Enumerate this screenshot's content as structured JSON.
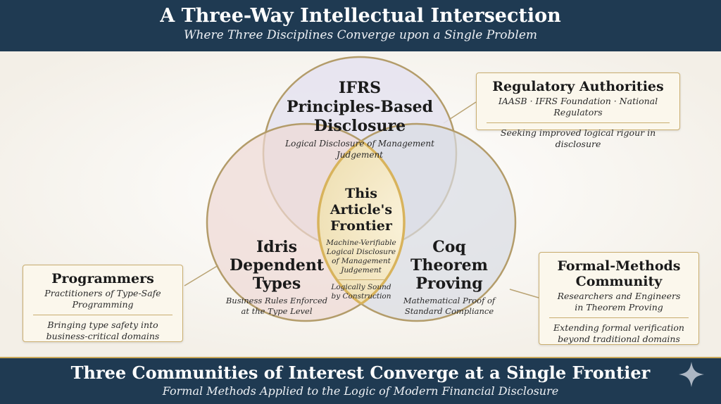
{
  "header": {
    "title": "A Three-Way Intellectual Intersection",
    "subtitle": "Where Three Disciplines Converge upon a Single Problem"
  },
  "footer": {
    "title": "Three Communities of Interest Converge at a Single Frontier",
    "subtitle": "Formal Methods Applied to the Logic of Modern Financial Disclosure"
  },
  "circles": {
    "top": {
      "title_lines": [
        "IFRS",
        "Principles-Based",
        "Disclosure"
      ],
      "caption": "Logical Disclosure of Management Judgement",
      "fill": "#e4e2ee"
    },
    "left": {
      "title_lines": [
        "Idris",
        "Dependent",
        "Types"
      ],
      "caption_lines": [
        "Business Rules Enforced",
        "at the Type Level"
      ],
      "fill": "#eedcd8"
    },
    "right": {
      "title_lines": [
        "Coq",
        "Theorem",
        "Proving"
      ],
      "caption_lines": [
        "Mathematical Proof of",
        "Standard Compliance"
      ],
      "fill": "#dcdfe4"
    },
    "center": {
      "title_lines": [
        "This",
        "Article's",
        "Frontier"
      ],
      "caption_lines": [
        "Machine-Verifiable",
        "Logical Disclosure",
        "of Management",
        "Judgement"
      ],
      "note_lines": [
        "Logically Sound",
        "by Construction"
      ],
      "fill": "#f3e6c4"
    }
  },
  "boxes": {
    "regulatory": {
      "title": "Regulatory Authorities",
      "line1": "IAASB · IFRS Foundation · National Regulators",
      "line2": "Seeking improved logical rigour in disclosure"
    },
    "programmers": {
      "title": "Programmers",
      "line1a": "Practitioners of Type-Safe",
      "line1b": "Programming",
      "line2a": "Bringing type safety into",
      "line2b": "business-critical domains"
    },
    "formal": {
      "title1": "Formal-Methods",
      "title2": "Community",
      "line1a": "Researchers and Engineers",
      "line1b": "in Theorem Proving",
      "line2a": "Extending formal verification",
      "line2b": "beyond traditional domains"
    }
  },
  "colors": {
    "banner": "#1f3a52",
    "gold": "#c9a85a",
    "background": "#f6f3ee"
  },
  "icons": {
    "corner": "four-point-star-icon"
  }
}
